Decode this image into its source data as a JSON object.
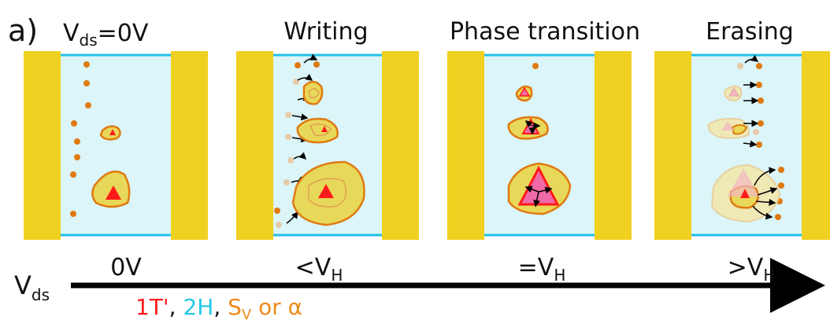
{
  "panel_label": "a)",
  "panels": [
    {
      "title_main": "V",
      "title_sub": "ds",
      "title_rest": "=0V"
    },
    {
      "title": "Writing"
    },
    {
      "title": "Phase transition"
    },
    {
      "title": "Erasing"
    }
  ],
  "axis": {
    "label_main": "V",
    "label_sub": "ds",
    "ticks": [
      {
        "prefix": "0V",
        "sub": ""
      },
      {
        "prefix": "<V",
        "sub": "H"
      },
      {
        "prefix": "=V",
        "sub": "H"
      },
      {
        "prefix": ">V",
        "sub": "H"
      }
    ]
  },
  "legend": {
    "item1": "1T'",
    "sep1": ", ",
    "item2": "2H",
    "sep2": ", ",
    "item3_main": "S",
    "item3_sub": "V",
    "item3_rest": " or α",
    "colors": {
      "item1": "#ff1a1a",
      "item2": "#22c8e8",
      "item3": "#f08a1a"
    }
  },
  "colors": {
    "electrode": "#f0d020",
    "channel_fill": "#dbf5f8",
    "channel_edge": "#22c0e8",
    "defect": "#e07a10",
    "arrow": "#000000"
  }
}
